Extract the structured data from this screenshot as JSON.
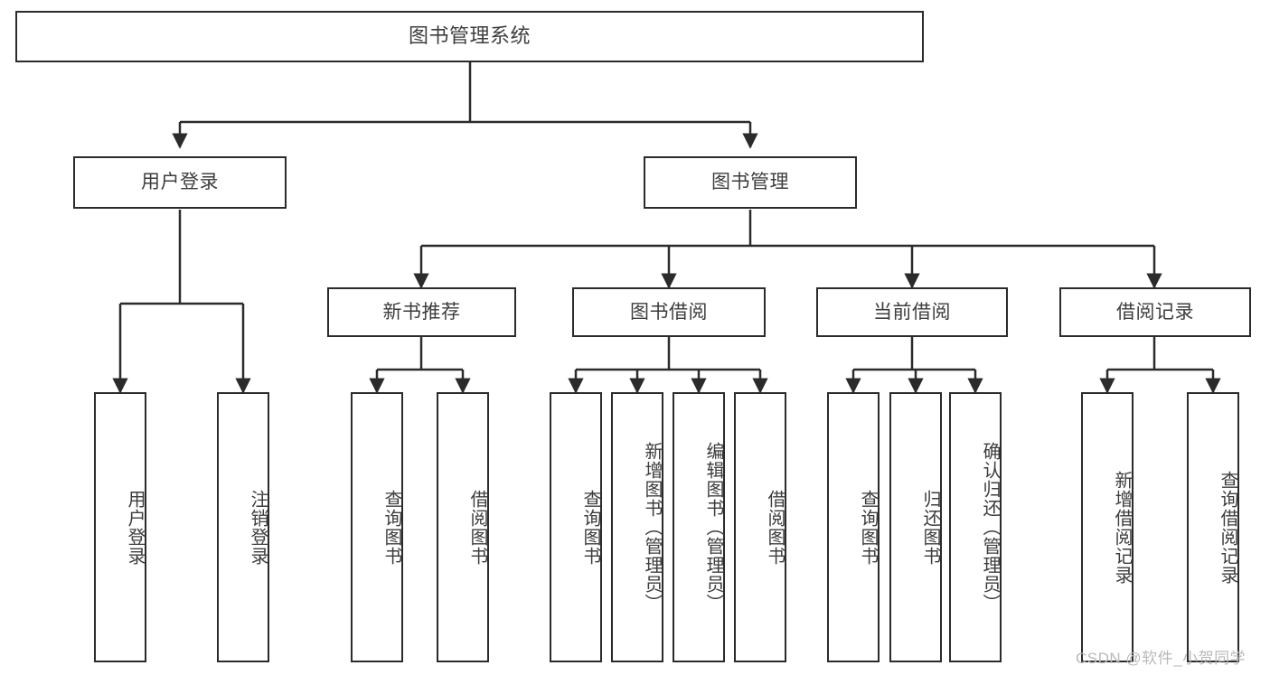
{
  "diagram": {
    "title": "图书管理系统",
    "type": "hierarchy-tree",
    "colors": {
      "stroke": "#2b2b2b",
      "text": "#3d3d3d",
      "background": "#ffffff",
      "watermark": "#b9b9b9"
    },
    "root": {
      "label": "图书管理系统"
    },
    "level1": [
      {
        "label": "用户登录"
      },
      {
        "label": "图书管理"
      }
    ],
    "level2": [
      {
        "label": "新书推荐"
      },
      {
        "label": "图书借阅"
      },
      {
        "label": "当前借阅"
      },
      {
        "label": "借阅记录"
      }
    ],
    "leaves": {
      "user_login": [
        {
          "label": "用户登录"
        },
        {
          "label": "注销登录"
        }
      ],
      "new_book_recommend": [
        {
          "label": "查询图书"
        },
        {
          "label": "借阅图书"
        }
      ],
      "book_borrow": [
        {
          "label": "查询图书"
        },
        {
          "label": "新增图书（管理员）"
        },
        {
          "label": "编辑图书（管理员）"
        },
        {
          "label": "借阅图书"
        }
      ],
      "current_borrow": [
        {
          "label": "查询图书"
        },
        {
          "label": "归还图书"
        },
        {
          "label": "确认归还（管理员）"
        }
      ],
      "borrow_record": [
        {
          "label": "新增借阅记录"
        },
        {
          "label": "查询借阅记录"
        }
      ]
    }
  },
  "watermark": {
    "text": "CSDN @软件_小贺同学"
  }
}
